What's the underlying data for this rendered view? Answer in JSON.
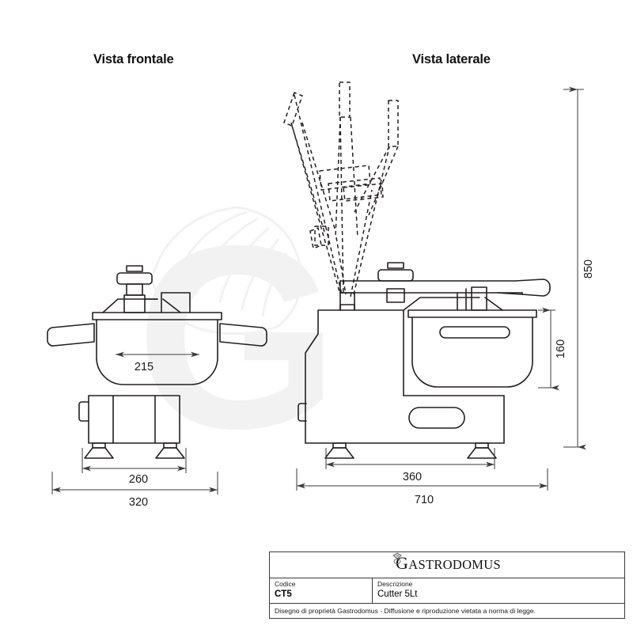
{
  "document": {
    "type": "technical-drawing",
    "views": [
      {
        "id": "front",
        "label": "Vista frontale"
      },
      {
        "id": "side",
        "label": "Vista laterale"
      }
    ]
  },
  "dimensions": {
    "front": [
      {
        "name": "bowl-width",
        "value": "215",
        "orientation": "horizontal"
      },
      {
        "name": "base-width",
        "value": "260",
        "orientation": "horizontal"
      },
      {
        "name": "total-width",
        "value": "320",
        "orientation": "horizontal"
      }
    ],
    "side": [
      {
        "name": "base-depth",
        "value": "360",
        "orientation": "horizontal"
      },
      {
        "name": "total-depth",
        "value": "710",
        "orientation": "horizontal"
      },
      {
        "name": "bowl-height",
        "value": "160",
        "orientation": "vertical"
      },
      {
        "name": "total-height-open",
        "value": "850",
        "orientation": "vertical"
      }
    ]
  },
  "title_block": {
    "logo": {
      "text_cap": "G",
      "text_rest": "ASTRODOMUS",
      "emblem": "diamond-ring-emblem"
    },
    "codice_label": "Codice",
    "codice_value": "CT5",
    "descrizione_label": "Descrizione",
    "descrizione_value": "Cutter 5Lt",
    "note": "Disegno di proprietà Gastrodomus -  Diffusione e riproduzione vietata a norma di legge."
  },
  "watermark": {
    "text": "G",
    "color": "#f2f2f2"
  },
  "colors": {
    "line": "#231f20",
    "dim_line": "#3a3a3a",
    "background": "#ffffff",
    "watermark": "#f2f2f2"
  }
}
